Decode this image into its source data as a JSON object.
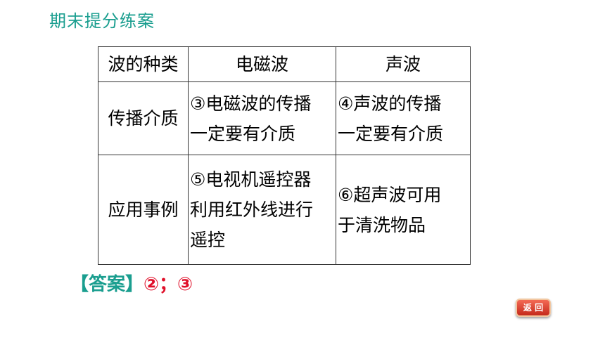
{
  "header": {
    "title": "期末提分练案"
  },
  "table": {
    "headers": [
      "波的种类",
      "电磁波",
      "声波"
    ],
    "rows": [
      {
        "label": "传播介质",
        "em_wave": [
          "③电磁波的传播",
          "一定要有介质"
        ],
        "sound_wave": [
          "④声波的传播",
          "一定要有介质"
        ]
      },
      {
        "label": "应用事例",
        "em_wave": [
          "⑤电视机遥控器",
          "利用红外线进行",
          "遥控"
        ],
        "sound_wave": [
          "⑥超声波可用",
          "于清洗物品"
        ]
      }
    ]
  },
  "answer": {
    "label": "【答案】",
    "value": "②；③"
  },
  "back_button": {
    "label": "返 回",
    "colors": {
      "fill": "#d9382a",
      "border": "#f2c7a0"
    }
  },
  "colors": {
    "accent": "#1a9e8f",
    "answer_value": "#e0102a"
  }
}
